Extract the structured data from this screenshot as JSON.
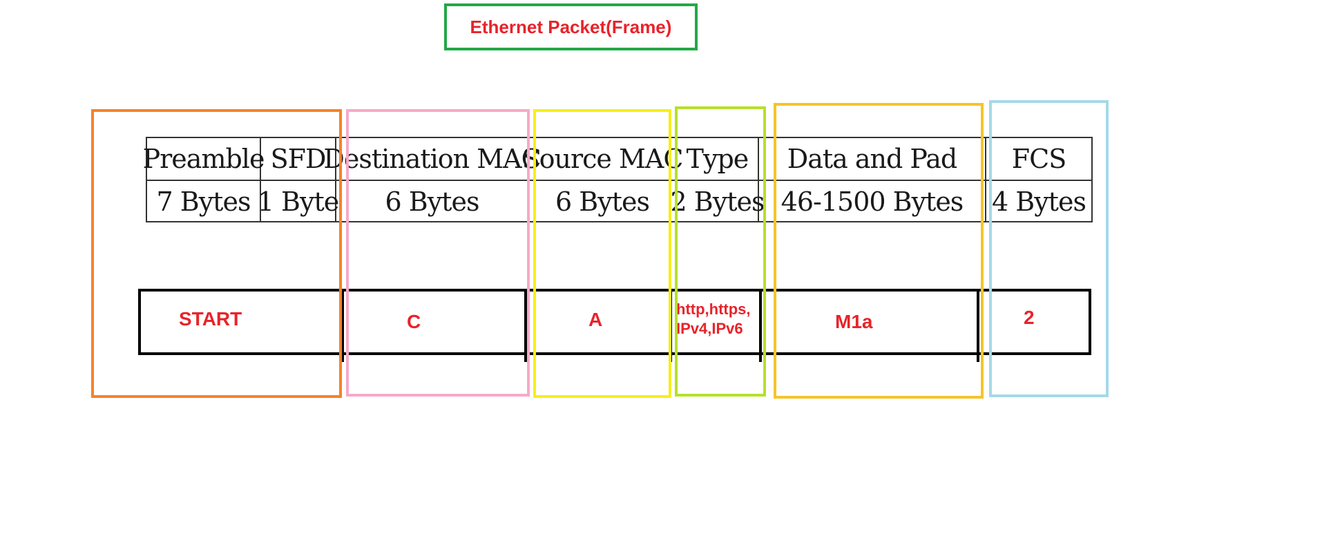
{
  "title": "Ethernet Packet(Frame)",
  "header_row": [
    "Preamble",
    "SFD",
    "Destination MAC",
    "Source MAC",
    "Type",
    "Data and Pad",
    "FCS"
  ],
  "size_row": [
    "7 Bytes",
    "1 Byte",
    "6 Bytes",
    "6 Bytes",
    "2 Bytes",
    "46-1500 Bytes",
    "4 Bytes"
  ],
  "bar_labels": {
    "start": "START",
    "dest": "C",
    "source": "A",
    "type_line1": "http,https,",
    "type_line2": "IPv4,IPv6",
    "data": "M1a",
    "fcs": "2"
  },
  "colors": {
    "title_border": "#22a846",
    "title_text": "#e8232a",
    "label_text": "#e8232a",
    "box_start": "#f5822a",
    "box_dest": "#f7a9c8",
    "box_source": "#f6ef1c",
    "box_type": "#b6e02a",
    "box_data": "#f5c42a",
    "box_fcs": "#a5d9e8"
  }
}
